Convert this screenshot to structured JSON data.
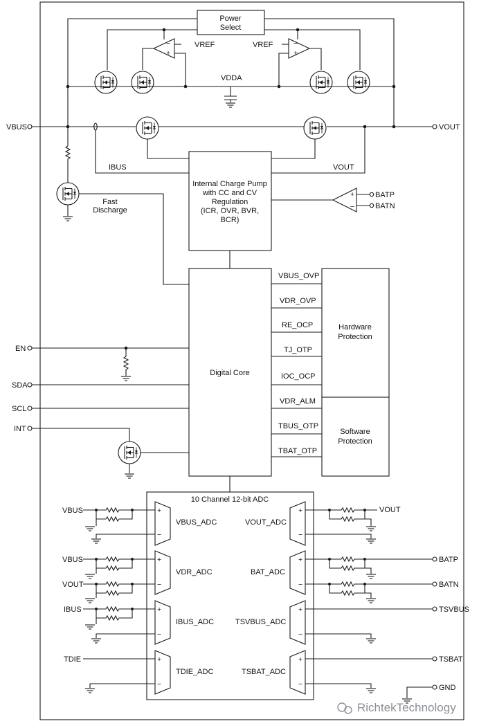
{
  "blocks": {
    "power_select": [
      "Power",
      "Select"
    ],
    "charge_pump": [
      "Internal Charge Pump",
      "with CC and CV",
      "Regulation",
      "(ICR, OVR, BVR,",
      "BCR)"
    ],
    "digital_core": "Digital Core",
    "hardware_protection": [
      "Hardware",
      "Protection"
    ],
    "software_protection": [
      "Software",
      "Protection"
    ],
    "adc_title": "10 Channel 12-bit ADC"
  },
  "protection_signals": [
    "VBUS_OVP",
    "VDR_OVP",
    "RE_OCP",
    "TJ_OTP",
    "IOC_OCP",
    "VDR_ALM",
    "TBUS_OTP",
    "TBAT_OTP"
  ],
  "labels": {
    "vref_left": "VREF",
    "vref_right": "VREF",
    "vdda": "VDDA",
    "ibus": "IBUS",
    "vout_internal": "VOUT",
    "fast_discharge": [
      "Fast",
      "Discharge"
    ]
  },
  "pins": {
    "vbus": "VBUS",
    "vout": "VOUT",
    "batp": "BATP",
    "batn": "BATN",
    "en": "EN",
    "sda": "SDA",
    "scl": "SCL",
    "int": "INT",
    "batp_out": "BATP",
    "batn_out": "BATN",
    "tsvbus": "TSVBUS",
    "tsbat": "TSBAT",
    "gnd": "GND"
  },
  "adc": {
    "vbus_adc": "VBUS_ADC",
    "vdr_adc": "VDR_ADC",
    "ibus_adc": "IBUS_ADC",
    "tdie_adc": "TDIE_ADC",
    "vout_adc": "VOUT_ADC",
    "bat_adc": "BAT_ADC",
    "tsvbus_adc": "TSVBUS_ADC",
    "tsbat_adc": "TSBAT_ADC",
    "in_vbus": "VBUS",
    "in_vbus2": "VBUS",
    "in_vout": "VOUT",
    "in_ibus": "IBUS",
    "in_tdie": "TDIE",
    "in_vout_r": "VOUT",
    "plus": "+",
    "minus": "−"
  },
  "watermark": "RichtekTechnology"
}
